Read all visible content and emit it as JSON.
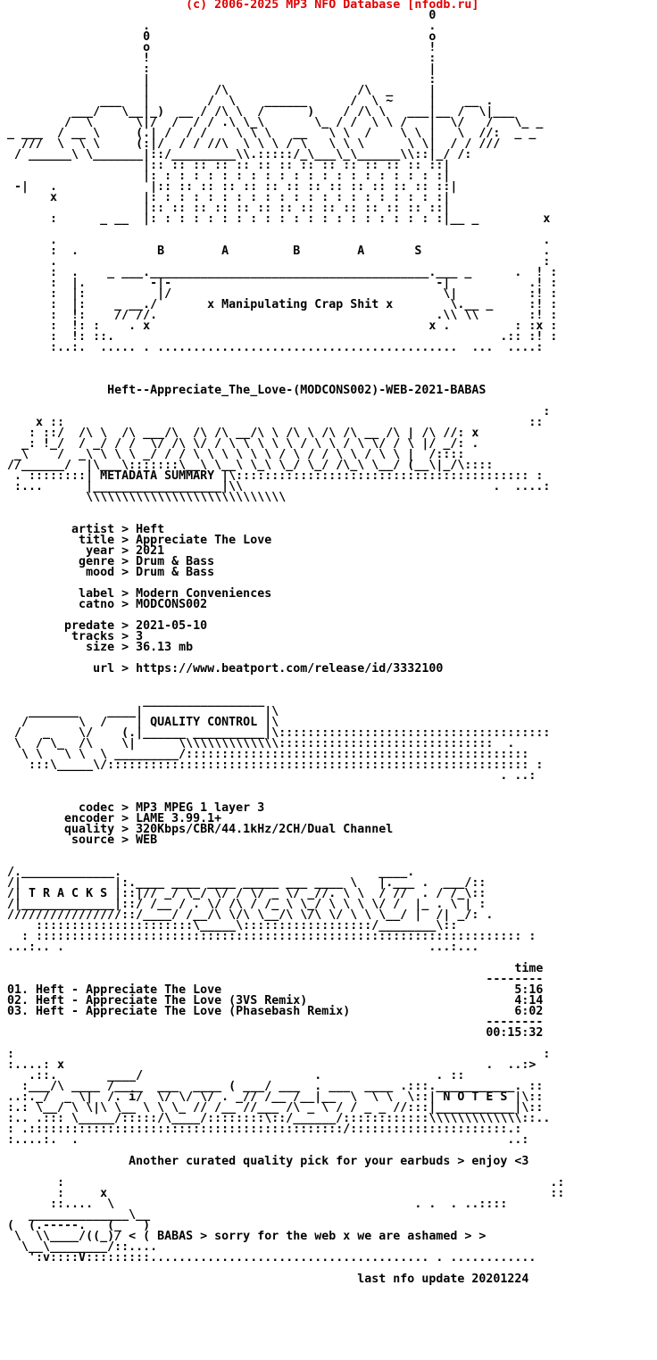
{
  "page": {
    "background": "#ffffff",
    "text_color": "#000000",
    "header_color": "#e10000"
  },
  "parsed": {
    "site_copyright": "(c) 2006-2025 MP3 NFO Database [nfodb.ru]",
    "group_name": "BABAS",
    "group_slogan": "x Manipulating Crap Shit x",
    "release_name": "Heft--Appreciate_The_Love-(MODCONS002)-WEB-2021-BABAS",
    "metadata_summary": {
      "artist": "Heft",
      "title": "Appreciate The Love",
      "year": "2021",
      "genre": "Drum & Bass",
      "mood": "Drum & Bass",
      "label": "Modern Conveniences",
      "catno": "MODCONS002",
      "predate": "2021-05-10",
      "tracks": "3",
      "size": "36.13 mb",
      "url": "https://www.beatport.com/release/id/3332100"
    },
    "quality_control": {
      "codec": "MP3 MPEG 1 layer 3",
      "encoder": "LAME 3.99.1+",
      "quality": "320Kbps/CBR/44.1kHz/2CH/Dual Channel",
      "source": "WEB"
    },
    "tracklist": {
      "time_header": "time",
      "rows": [
        {
          "no": "01",
          "title": "Heft - Appreciate The Love",
          "time": "5:16"
        },
        {
          "no": "02",
          "title": "Heft - Appreciate The Love (3VS Remix)",
          "time": "4:14"
        },
        {
          "no": "03",
          "title": "Heft - Appreciate The Love (Phasebash Remix)",
          "time": "6:02"
        }
      ],
      "total_time": "00:15:32"
    },
    "notes": "Another curated quality pick for your earbuds > enjoy <3",
    "footer_note": "< ( BABAS > sorry for the web x we are ashamed > >",
    "last_update": "last nfo update 20201224"
  },
  "sections": {
    "copyright": [
      "                          (c) 2006-2025 MP3 NFO Database [nfodb.ru]"
    ],
    "logo": [
      "                                                            0",
      "                    .                                       .",
      "                    0                                       o",
      "                    o                                       !",
      "                    !                                       :",
      "                    :                                       |",
      "                    |                                       :",
      "                    |         /\\                  /\\  _     |",
      "              ___   |        /  \\    ______      /  \\ ~     |    __ .",
      "          ___/   \\__|_)  __ / /\\ \\  /      )    / /\\ \\   ___|__ /  \\|___",
      "         /  \\      \\|/  /  / / .\\ \\_\\       \\_ / /  \\ \\ /   |  \\/   /   \\_ _",
      " _ ___  / __ \\     (.| /  / /    \\ \\ \\   __   \\ \\  /    \\ \\ |   \\  //:  _ _",
      "   ///  \\  \\ \\     (:|/  / / //\\  \\ \\ \\ / \\   \\ \\ \\      \\ \\|  / / ///",
      "  / ______\\ \\_______|::/_________\\\\.:::::/_\\___\\_\\______\\\\::|_/ /:",
      "                    |:: :: :: :: :: :: :: :: :: :: :: :: :: ::|",
      "                    |: : : : : : : : : : : : : : : : : : : : :|",
      "  -|   .             |:: :: :: :: :: :: :: :: :: :: :: :: :: ::|",
      "       x            |: : : : : : : : : : : : : : : : : : : : :|",
      "                    |:: :: :: :: :: :: :: :: :: :: :: :: :: ::|",
      "       :      _ __  |: : : : : : : : : : : : : : : : : : : : :|__ _         x",
      "",
      "       .                                                                    .",
      "       :  .           B        A         B        A       S                 .",
      "       .                                                                    :",
      "       :  .    _ ___._______________________________________.___ _      .  ! :",
      "       :  |.         -|-                                     -|           .! :",
      "       :  |:          |/                                      \\|          :! :",
      "       :  |:    _ __./       x Manipulating Crap Shit x        \\.__ _     :! :",
      "       :  !:    // //.                                       .\\\\ \\\\       :! :",
      "       :  !: :    . x                                       x .         : :x :",
      "       :  !: ::.                                                      .:: :! :",
      "       :..:.  ..... . ..........................................  ...  ....:"
    ],
    "release_name": [
      "",
      "",
      "",
      "               Heft--Appreciate_The_Love-(MODCONS002)-WEB-2021-BABAS",
      "",
      ""
    ],
    "metadata_art": [
      "                                                                            :",
      "     x ::                                                                 ::",
      "    : ::/  /\\ \\  /\\ ___/\\  /\\ /\\ __/\\ \\ /\\ \\ /\\ /\\ __ /\\ | /\\ //: x",
      "   _: !_/  / _/ / /  \\/ /\\ \\/ / \\ \\ \\ \\ \\ / \\ \\ / \\ \\/ / \\ |/ _/: .",
      "  _\\    /  _\\ \\ \\ \\ _/ / / \\ \\ \\ \\ \\ \\ / \\ / / \\ \\ / \\ \\ |  /::::",
      " //______/  |\\___\\:::::::\\__\\ \\__\\ \\_\\ \\_/ \\_/ /\\_\\ \\__/ (__\\|_/\\::::",
      "  . ::::::::| METADATA SUMMARY |\\::::::::::::::::::::::::::::::::::::::::: :",
      "  :...      |__________________|\\\\                                   .  ....:",
      "            \\\\\\\\\\\\\\\\\\\\\\\\\\\\\\\\\\\\\\\\\\\\\\\\\\\\\\\\"
    ],
    "metadata_fields": [
      "",
      "",
      "          artist > Heft",
      "           title > Appreciate The Love",
      "            year > 2021",
      "           genre > Drum & Bass",
      "            mood > Drum & Bass",
      "",
      "           label > Modern Conveniences",
      "           catno > MODCONS002",
      "",
      "         predate > 2021-05-10",
      "          tracks > 3",
      "            size > 36.13 mb",
      "",
      "             url > https://www.beatport.com/release/id/3332100"
    ],
    "quality_art": [
      "",
      "",
      "                    _________________",
      "    _______    ____|                 |\\",
      "   /       \\  /    | QUALITY CONTROL |\\",
      "  /   _    \\/    (.|______ __________|\\::::::::::::::::::::::::::::::::::::::",
      "  \\  / \\_  /\\    \\|      \\\\\\\\\\\\\\\\\\\\\\\\\\\\::::::::::::::::::::::::::::::  .",
      "   \\ \\   \\ \\  \\ _________/::::::::::::::::::::::::::::::::::::::::::::::::",
      "    :::\\_____\\/::::::::::::::::::::::::::::::::::::::::::::::::::::::::::: :",
      "                                                                      . ..:"
    ],
    "quality_fields": [
      "",
      "",
      "           codec > MP3 MPEG 1 layer 3",
      "         encoder > LAME 3.99.1+",
      "         quality > 320Kbps/CBR/44.1kHz/2CH/Dual Channel",
      "          source > WEB"
    ],
    "tracks_art": [
      "",
      "",
      " /._____________.                                    ____.",
      " /|             |:.____ ____ ____ _____ ___ ____ \\   |.___ .  ___/::",
      " /| T R A C K S |::|// _/ \\_/ \\/ / \\/ _ \\/ _//. \\ \\  / //  . / /_\\::",
      " /|_____________|::/ /__ / . \\/ /\\ / /_ \\ \\_/ \\ \\ \\ \\/ /  |_ . \\ | :",
      " ////////////////::/____/ /__/\\ \\/\\ \\__/\\ \\/\\ \\/ \\ \\ \\__/ |  /| _/: .",
      "     ::::::::::::::::::::::\\_____\\::::::::::::::::::/________\\::",
      "   : :::::::::::::::::::::::::::::::::::::::::::::::::::::::::::::::::::: :",
      " ...:.. .                                                   ...:..."
    ],
    "tracklist": [
      "",
      "                                                                        time",
      "                                                                    --------",
      " 01. Heft - Appreciate The Love                                         5:16",
      " 02. Heft - Appreciate The Love (3VS Remix)                             4:14",
      " 03. Heft - Appreciate The Love (Phasebash Remix)                       6:02",
      "                                                                    --------",
      "                                                                    00:15:32"
    ],
    "notes_art": [
      "",
      " :                                                                          :",
      " :....: x                                                           .  ..:>",
      "    .::.       ____/                        .                . ::",
      "   :___/\\ ____ /____  ___  ____ ( ___/ ___  . ___  ____ .:::.___________. ::",
      " ..:._/  _ \\|  /. i/  \\/ \\/ \\/ . _// /__ /__|__  \\  \\ \\  \\::| N O T E S |\\::",
      " :.: \\__/ \\ \\|\\ \\__ \\ \\ \\_ // /__ //___ /\\ _ \\ / / _ _ //:::|___________|\\::",
      " :.. .::: \\_____/:::::/\\____/::::::::\\::/______/::::::::::::\\\\\\\\\\\\\\\\\\\\\\\\\\::..",
      " : .::::::::::::::::::::::::::::::::::::::::::::/::::::::::::::::::::::.:",
      " :....:.  .                                                            ..:"
    ],
    "notes_caption": [
      "",
      "                  Another curated quality pick for your earbuds > enjoy <3",
      ""
    ],
    "footer_art": [
      "",
      "        :                                                                    .:",
      "        :     x                                                              ::",
      "       ::....  \\                                          . .  . ..::::",
      "    ______________\\__",
      " (  (.-----.   (_   )",
      "  \\  \\\\____/((_)/ < ( BABAS > sorry for the web x we are ashamed > >",
      "   \\__\\________/::....",
      "    ':v::::V:::::::::....................................... . ............"
    ],
    "footer_update": [
      "",
      "                                                  last nfo update 20201224",
      "",
      "",
      "",
      "",
      ""
    ]
  }
}
